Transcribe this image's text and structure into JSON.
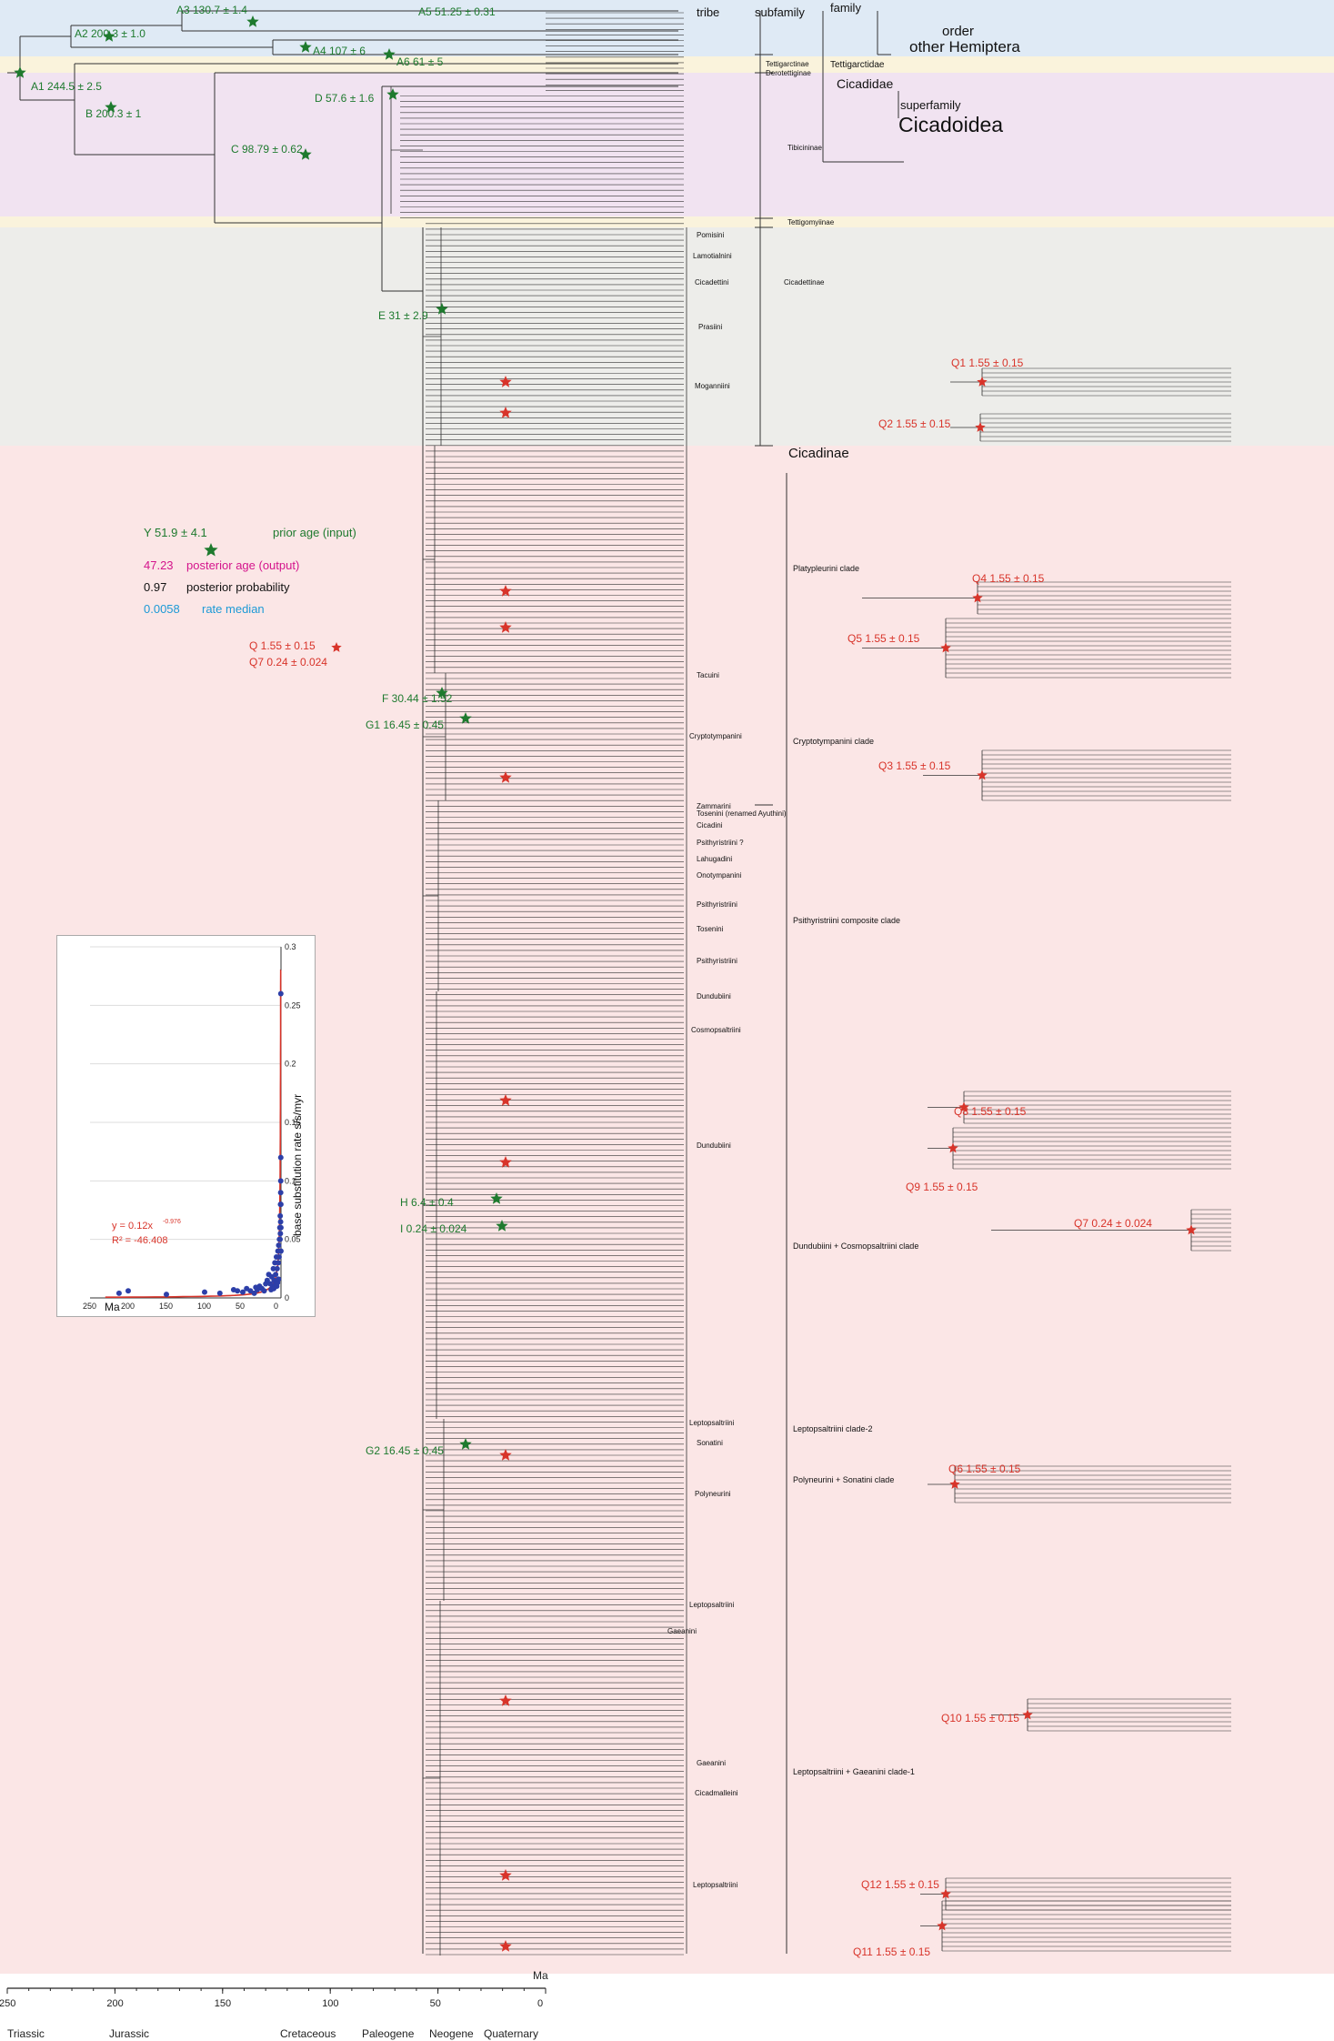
{
  "headers": {
    "tribe": "tribe",
    "subfamily": "subfamily",
    "family": "family"
  },
  "groups": {
    "order": "order",
    "other_hemiptera": "other Hemiptera",
    "superfamily": "superfamily",
    "cicadoidea": "Cicadoidea",
    "cicadidae": "Cicadidae",
    "cicadinae": "Cicadinae"
  },
  "subfamilies": [
    "Tettigarctinae",
    "Derotettiginae",
    "Tibicininae",
    "Tettigomyiinae",
    "Cicadettinae"
  ],
  "families": [
    "Tettigarctidae"
  ],
  "tribes": [
    "Pomisini",
    "Lamotialnini",
    "Cicadettini",
    "Prasiini",
    "Moganniini",
    "Tacuini",
    "Cryptotympanini",
    "Zammarini",
    "Tosenini (renamed Ayuthini)",
    "Cicadini",
    "Psithyristriini ?",
    "Lahugadini",
    "Onotympanini",
    "Psithyristriini",
    "Tosenini",
    "Dundubiini",
    "Cosmopsaltriini",
    "Leptopsaltriini",
    "Sonatini",
    "Polyneurini",
    "Gaeanini",
    "Cicadmalleini"
  ],
  "clades": [
    "Platypleurini clade",
    "Cryptotympanini clade",
    "Psithyristriini composite clade",
    "Dundubiini + Cosmopsaltriini clade",
    "Leptopsaltriini clade-2",
    "Polyneurini + Sonatini clade",
    "Leptopsaltriini + Gaeanini clade-1"
  ],
  "calibrations": [
    {
      "id": "A1",
      "text": "A1  244.5 ± 2.5"
    },
    {
      "id": "A2",
      "text": "A2  200.3 ± 1.0"
    },
    {
      "id": "A3",
      "text": "A3  130.7 ± 1.4"
    },
    {
      "id": "A4",
      "text": "A4  107 ± 6"
    },
    {
      "id": "A5",
      "text": "A5  51.25 ± 0.31"
    },
    {
      "id": "A6",
      "text": "A6  61 ± 5"
    },
    {
      "id": "B",
      "text": "B  200.3 ± 1"
    },
    {
      "id": "C",
      "text": "C  98.79 ± 0.62"
    },
    {
      "id": "D",
      "text": "D  57.6 ± 1.6"
    },
    {
      "id": "E",
      "text": "E  31 ± 2.9"
    },
    {
      "id": "F",
      "text": "F  30.44 ± 1.52"
    },
    {
      "id": "G1",
      "text": "G1  16.45 ± 0.45"
    },
    {
      "id": "G2",
      "text": "G2  16.45 ± 0.45"
    },
    {
      "id": "H",
      "text": "H  6.4 ± 0.4"
    },
    {
      "id": "I",
      "text": "I  0.24 ± 0.024"
    }
  ],
  "q_labels": [
    {
      "id": "Q1",
      "text": "Q1  1.55 ± 0.15"
    },
    {
      "id": "Q2",
      "text": "Q2  1.55 ± 0.15"
    },
    {
      "id": "Q3",
      "text": "Q3  1.55 ± 0.15"
    },
    {
      "id": "Q4",
      "text": "Q4  1.55 ± 0.15"
    },
    {
      "id": "Q5",
      "text": "Q5  1.55 ± 0.15"
    },
    {
      "id": "Q6",
      "text": "Q6  1.55 ± 0.15"
    },
    {
      "id": "Q7",
      "text": "Q7  0.24 ± 0.024"
    },
    {
      "id": "Q8",
      "text": "Q8  1.55 ± 0.15"
    },
    {
      "id": "Q9",
      "text": "Q9  1.55 ± 0.15"
    },
    {
      "id": "Q10",
      "text": "Q10  1.55 ± 0.15"
    },
    {
      "id": "Q11",
      "text": "Q11  1.55 ± 0.15"
    },
    {
      "id": "Q12",
      "text": "Q12  1.55 ± 0.15"
    }
  ],
  "legend": {
    "prior": {
      "value": "Y  51.9 ± 4.1",
      "label": "prior age (input)"
    },
    "posterior_age": {
      "value": "47.23",
      "label": "posterior age (output)"
    },
    "posterior_prob": {
      "value": "0.97",
      "label": "posterior probability"
    },
    "rate": {
      "value": "0.0058",
      "label": "rate median"
    },
    "q": {
      "value": "Q  1.55 ± 0.15",
      "q7": "Q7  0.24 ± 0.024"
    }
  },
  "timescale": {
    "ticks": [
      "250",
      "200",
      "150",
      "100",
      "50",
      "0"
    ],
    "unit": "Ma",
    "periods": [
      "Triassic",
      "Jurassic",
      "Cretaceous",
      "Paleogene",
      "Neogene",
      "Quaternary"
    ]
  },
  "chart_data": {
    "type": "scatter",
    "title": "",
    "xlabel": "Ma",
    "ylabel": "base substitution rate s/s/myr",
    "xlim": [
      250,
      0
    ],
    "ylim": [
      0,
      0.3
    ],
    "x_ticks": [
      "250",
      "200",
      "150",
      "100",
      "50",
      "0"
    ],
    "y_ticks": [
      "0",
      "0.05",
      "0.1",
      "0.15",
      "0.2",
      "0.25",
      "0.3"
    ],
    "fit_equation": "y = 0.12x",
    "fit_exponent": "-0.976",
    "r_squared": "R² = -46.408",
    "points": [
      [
        212,
        0.004
      ],
      [
        200,
        0.006
      ],
      [
        150,
        0.003
      ],
      [
        100,
        0.005
      ],
      [
        80,
        0.004
      ],
      [
        62,
        0.007
      ],
      [
        57,
        0.006
      ],
      [
        50,
        0.005
      ],
      [
        45,
        0.008
      ],
      [
        40,
        0.006
      ],
      [
        33,
        0.009
      ],
      [
        31,
        0.007
      ],
      [
        28,
        0.01
      ],
      [
        25,
        0.008
      ],
      [
        20,
        0.012
      ],
      [
        18,
        0.015
      ],
      [
        16,
        0.02
      ],
      [
        14,
        0.012
      ],
      [
        12,
        0.018
      ],
      [
        10,
        0.025
      ],
      [
        9,
        0.015
      ],
      [
        8,
        0.03
      ],
      [
        7,
        0.02
      ],
      [
        6,
        0.035
      ],
      [
        5,
        0.025
      ],
      [
        4,
        0.04
      ],
      [
        3.5,
        0.03
      ],
      [
        3,
        0.045
      ],
      [
        2.5,
        0.035
      ],
      [
        2,
        0.05
      ],
      [
        1.8,
        0.04
      ],
      [
        1.5,
        0.06
      ],
      [
        1.2,
        0.05
      ],
      [
        1,
        0.07
      ],
      [
        0.8,
        0.055
      ],
      [
        0.6,
        0.08
      ],
      [
        0.5,
        0.065
      ],
      [
        0.4,
        0.09
      ],
      [
        0.3,
        0.1
      ],
      [
        0.25,
        0.12
      ],
      [
        0.2,
        0.26
      ],
      [
        0.15,
        0.08
      ],
      [
        0.1,
        0.06
      ],
      [
        0.05,
        0.04
      ],
      [
        22,
        0.006
      ],
      [
        35,
        0.004
      ],
      [
        13,
        0.007
      ],
      [
        11,
        0.009
      ],
      [
        9.5,
        0.008
      ],
      [
        7.5,
        0.011
      ],
      [
        6.5,
        0.012
      ],
      [
        5.5,
        0.01
      ],
      [
        4.5,
        0.013
      ],
      [
        3.2,
        0.016
      ]
    ]
  },
  "colors": {
    "band_blue": "#dfeaf5",
    "band_purple": "#f1e3f1",
    "band_yellow": "#faf3dc",
    "band_gray": "#ededea",
    "band_pink": "#fbe6e6",
    "calibration_green": "#1e7a2e",
    "q_red": "#d8342a",
    "posterior_magenta": "#d4148c",
    "rate_blue": "#1d9ad6"
  }
}
